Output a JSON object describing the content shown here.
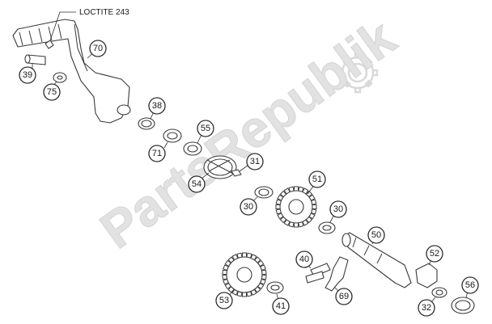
{
  "watermark": {
    "text": "PartsRepublik",
    "icon": "gear-icon"
  },
  "note": {
    "text": "LOCTITE 243"
  },
  "callouts": [
    {
      "id": "70",
      "label": "70"
    },
    {
      "id": "39",
      "label": "39"
    },
    {
      "id": "75",
      "label": "75"
    },
    {
      "id": "38",
      "label": "38"
    },
    {
      "id": "71",
      "label": "71"
    },
    {
      "id": "55",
      "label": "55"
    },
    {
      "id": "31",
      "label": "31"
    },
    {
      "id": "54",
      "label": "54"
    },
    {
      "id": "30a",
      "label": "30"
    },
    {
      "id": "51",
      "label": "51"
    },
    {
      "id": "30b",
      "label": "30"
    },
    {
      "id": "50",
      "label": "50"
    },
    {
      "id": "40",
      "label": "40"
    },
    {
      "id": "52",
      "label": "52"
    },
    {
      "id": "53",
      "label": "53"
    },
    {
      "id": "41",
      "label": "41"
    },
    {
      "id": "69",
      "label": "69"
    },
    {
      "id": "32",
      "label": "32"
    },
    {
      "id": "56",
      "label": "56"
    }
  ]
}
